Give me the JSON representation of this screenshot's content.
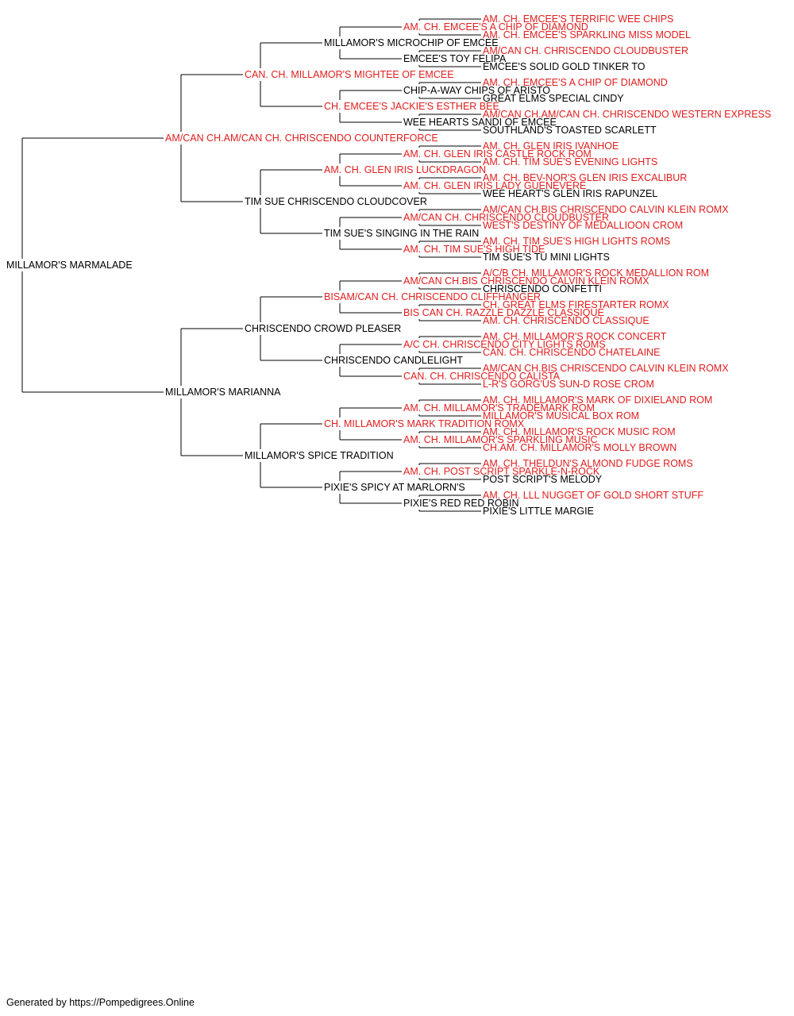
{
  "colors": {
    "champion": "#e01e1e",
    "normal": "#000000",
    "line": "#000000"
  },
  "pedigree": {
    "subject": {
      "name": "MILLAMOR'S MARMALADE",
      "champion": false
    },
    "gen1": [
      {
        "name": "AM/CAN CH.AM/CAN CH. CHRISCENDO COUNTERFORCE",
        "champion": true
      },
      {
        "name": "MILLAMOR'S MARIANNA",
        "champion": false
      }
    ],
    "gen2": [
      {
        "name": "CAN. CH. MILLAMOR'S MIGHTEE OF EMCEE",
        "champion": true
      },
      {
        "name": "TIM SUE CHRISCENDO CLOUDCOVER",
        "champion": false
      },
      {
        "name": "CHRISCENDO CROWD PLEASER",
        "champion": false
      },
      {
        "name": "MILLAMOR'S SPICE TRADITION",
        "champion": false
      }
    ],
    "gen3": [
      {
        "name": "MILLAMOR'S MICROCHIP OF EMCEE",
        "champion": false
      },
      {
        "name": "CH. EMCEE'S JACKIE'S ESTHER BEE",
        "champion": true
      },
      {
        "name": "AM. CH. GLEN IRIS LUCKDRAGON",
        "champion": true
      },
      {
        "name": "TIM SUE'S SINGING IN THE RAIN",
        "champion": false
      },
      {
        "name": "BISAM/CAN CH. CHRISCENDO CLIFFHANGER",
        "champion": true
      },
      {
        "name": "CHRISCENDO CANDLELIGHT",
        "champion": false
      },
      {
        "name": "CH. MILLAMOR'S MARK TRADITION ROMX",
        "champion": true
      },
      {
        "name": "PIXIE'S SPICY AT MARLORN'S",
        "champion": false
      }
    ],
    "gen4": [
      {
        "name": "AM. CH. EMCEE'S A CHIP OF DIAMOND",
        "champion": true
      },
      {
        "name": "EMCEE'S TOY FELIPA",
        "champion": false
      },
      {
        "name": "CHIP-A-WAY CHIPS OF ARISTO",
        "champion": false
      },
      {
        "name": "WEE HEARTS SANDI OF EMCEE",
        "champion": false
      },
      {
        "name": "AM. CH. GLEN IRIS CASTLE ROCK ROM",
        "champion": true
      },
      {
        "name": "AM. CH. GLEN IRIS LADY GUENEVERE",
        "champion": true
      },
      {
        "name": "AM/CAN CH. CHRISCENDO CLOUDBUSTER",
        "champion": true
      },
      {
        "name": "AM. CH. TIM SUE'S HIGH TIDE",
        "champion": true
      },
      {
        "name": "AM/CAN CH.BIS CHRISCENDO CALVIN KLEIN ROMX",
        "champion": true
      },
      {
        "name": "BIS CAN CH. RAZZLE DAZZLE CLASSIQUE",
        "champion": true
      },
      {
        "name": "A/C CH. CHRISCENDO CITY LIGHTS ROMS",
        "champion": true
      },
      {
        "name": "CAN. CH. CHRISCENDO CALISTA",
        "champion": true
      },
      {
        "name": "AM. CH. MILLAMOR'S TRADEMARK ROM",
        "champion": true
      },
      {
        "name": "AM. CH. MILLAMOR'S SPARKLING MUSIC",
        "champion": true
      },
      {
        "name": "AM. CH. POST SCRIPT SPARKLE-N-ROCK",
        "champion": true
      },
      {
        "name": "PIXIE'S RED RED ROBIN",
        "champion": false
      }
    ],
    "gen5": [
      {
        "name": "AM. CH. EMCEE'S TERRIFIC WEE CHIPS",
        "champion": true
      },
      {
        "name": "AM. CH. EMCEE'S SPARKLING MISS MODEL",
        "champion": true
      },
      {
        "name": "AM/CAN CH. CHRISCENDO CLOUDBUSTER",
        "champion": true
      },
      {
        "name": "EMCEE'S SOLID GOLD TINKER TO",
        "champion": false
      },
      {
        "name": "AM. CH. EMCEE'S A CHIP OF DIAMOND",
        "champion": true
      },
      {
        "name": "GREAT ELMS SPECIAL CINDY",
        "champion": false
      },
      {
        "name": "AM/CAN CH.AM/CAN CH. CHRISCENDO WESTERN EXPRESS",
        "champion": true
      },
      {
        "name": "SOUTHLAND'S TOASTED SCARLETT",
        "champion": false
      },
      {
        "name": "AM. CH. GLEN IRIS IVANHOE",
        "champion": true
      },
      {
        "name": "AM. CH. TIM SUE'S EVENING LIGHTS",
        "champion": true
      },
      {
        "name": "AM. CH. BEV-NOR'S GLEN IRIS EXCALIBUR",
        "champion": true
      },
      {
        "name": "WEE HEART'S GLEN IRIS RAPUNZEL",
        "champion": false
      },
      {
        "name": "AM/CAN CH.BIS CHRISCENDO CALVIN KLEIN ROMX",
        "champion": true
      },
      {
        "name": "WEST'S DESTINY OF MEDALLIOON CROM",
        "champion": true
      },
      {
        "name": "AM. CH. TIM SUE'S HIGH LIGHTS ROMS",
        "champion": true
      },
      {
        "name": "TIM SUE'S TU MINI LIGHTS",
        "champion": false
      },
      {
        "name": "A/C/B CH. MILLAMOR'S ROCK MEDALLION ROM",
        "champion": true
      },
      {
        "name": "CHRISCENDO CONFETTI",
        "champion": false
      },
      {
        "name": "CH. GREAT ELMS FIRESTARTER ROMX",
        "champion": true
      },
      {
        "name": "AM. CH. CHRISCENDO CLASSIQUE",
        "champion": true
      },
      {
        "name": "AM. CH. MILLAMOR'S ROCK CONCERT",
        "champion": true
      },
      {
        "name": "CAN. CH. CHRISCENDO CHATELAINE",
        "champion": true
      },
      {
        "name": "AM/CAN CH.BIS CHRISCENDO CALVIN KLEIN ROMX",
        "champion": true
      },
      {
        "name": "L-R'S GORG'US SUN-D ROSE CROM",
        "champion": true
      },
      {
        "name": "AM. CH. MILLAMOR'S MARK OF DIXIELAND ROM",
        "champion": true
      },
      {
        "name": "MILLAMOR'S MUSICAL BOX ROM",
        "champion": true
      },
      {
        "name": "AM. CH. MILLAMOR'S ROCK MUSIC ROM",
        "champion": true
      },
      {
        "name": "CH.AM. CH. MILLAMOR'S MOLLY BROWN",
        "champion": true
      },
      {
        "name": "AM. CH. THELDUN'S ALMOND FUDGE ROMS",
        "champion": true
      },
      {
        "name": "POST SCRIPT'S MELODY",
        "champion": false
      },
      {
        "name": "AM. CH. LLL NUGGET OF GOLD SHORT STUFF",
        "champion": true
      },
      {
        "name": "PIXIE'S LITTLE MARGIE",
        "champion": false
      }
    ]
  },
  "footer": {
    "text": "Generated by https://Pompedigrees.Online"
  }
}
